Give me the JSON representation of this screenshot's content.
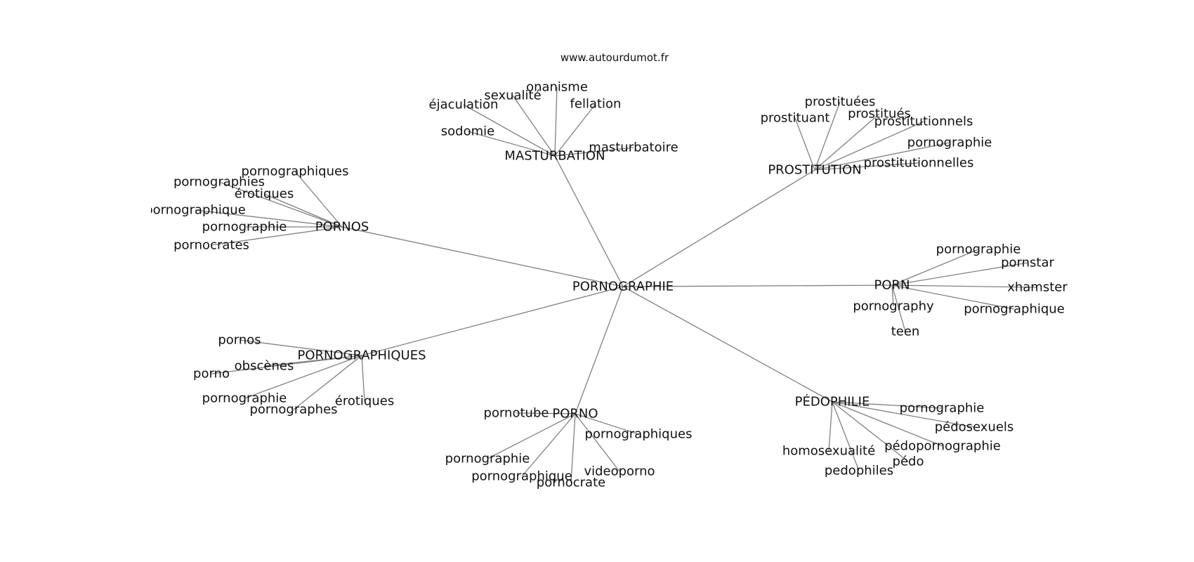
{
  "source": "www.autourdumot.fr",
  "colors": {
    "edge": "#808080",
    "text": "#111111",
    "background": "#ffffff"
  },
  "graph": {
    "root": "PORNOGRAPHIE",
    "hubs": [
      {
        "id": "masturbation",
        "label": "MASTURBATION",
        "leaves": [
          "onanisme",
          "sexualité",
          "éjaculation",
          "fellation",
          "sodomie",
          "masturbatoire"
        ]
      },
      {
        "id": "prostitution",
        "label": "PROSTITUTION",
        "leaves": [
          "prostituées",
          "prostituant",
          "prostitués",
          "prostitutionnels",
          "pornographie",
          "prostitutionnelles"
        ]
      },
      {
        "id": "pornos",
        "label": "PORNOS",
        "leaves": [
          "pornographiques",
          "pornographies",
          "érotiques",
          "pornographique",
          "pornographie",
          "pornocrates"
        ]
      },
      {
        "id": "porn",
        "label": "PORN",
        "leaves": [
          "pornographie",
          "pornstar",
          "xhamster",
          "pornography",
          "pornographique",
          "teen"
        ]
      },
      {
        "id": "pornographiques",
        "label": "PORNOGRAPHIQUES",
        "leaves": [
          "pornos",
          "obscènes",
          "porno",
          "pornographie",
          "pornographes",
          "érotiques"
        ]
      },
      {
        "id": "porno",
        "label": "PORNO",
        "leaves": [
          "pornotube",
          "pornographiques",
          "pornographie",
          "pornographique",
          "pornocrate",
          "videoporno"
        ]
      },
      {
        "id": "pedophilie",
        "label": "PÉDOPHILIE",
        "leaves": [
          "pornographie",
          "pédosexuels",
          "homosexualité",
          "pédopornographie",
          "pédo",
          "pedophiles"
        ]
      }
    ]
  }
}
